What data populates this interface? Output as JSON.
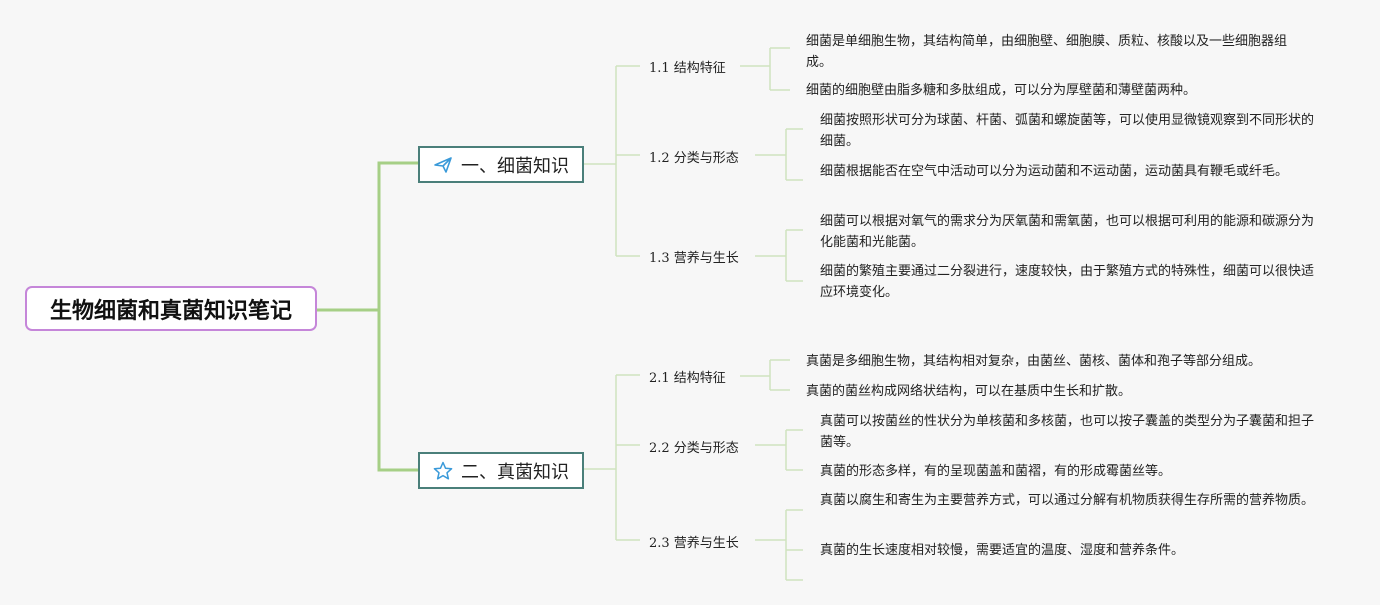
{
  "root": {
    "title": "生物细菌和真菌知识笔记"
  },
  "branches": [
    {
      "title": "一、细菌知识",
      "icon": "paper-plane-icon",
      "subtopics": [
        {
          "label": "1.1 结构特征",
          "notes": [
            "细菌是单细胞生物，其结构简单，由细胞壁、细胞膜、质粒、核酸以及一些细胞器组成。",
            "细菌的细胞壁由脂多糖和多肽组成，可以分为厚壁菌和薄壁菌两种。"
          ]
        },
        {
          "label": "1.2 分类与形态",
          "notes": [
            "细菌按照形状可分为球菌、杆菌、弧菌和螺旋菌等，可以使用显微镜观察到不同形状的细菌。",
            "细菌根据能否在空气中活动可以分为运动菌和不运动菌，运动菌具有鞭毛或纤毛。"
          ]
        },
        {
          "label": "1.3 营养与生长",
          "notes": [
            "细菌可以根据对氧气的需求分为厌氧菌和需氧菌，也可以根据可利用的能源和碳源分为化能菌和光能菌。",
            "细菌的繁殖主要通过二分裂进行，速度较快，由于繁殖方式的特殊性，细菌可以很快适应环境变化。"
          ]
        }
      ]
    },
    {
      "title": "二、真菌知识",
      "icon": "star-icon",
      "subtopics": [
        {
          "label": "2.1 结构特征",
          "notes": [
            "真菌是多细胞生物，其结构相对复杂，由菌丝、菌核、菌体和孢子等部分组成。",
            "真菌的菌丝构成网络状结构，可以在基质中生长和扩散。"
          ]
        },
        {
          "label": "2.2 分类与形态",
          "notes": [
            "真菌可以按菌丝的性状分为单核菌和多核菌，也可以按子囊盖的类型分为子囊菌和担子菌等。",
            "真菌的形态多样，有的呈现菌盖和菌褶，有的形成霉菌丝等。"
          ]
        },
        {
          "label": "2.3 营养与生长",
          "notes": [
            "真菌以腐生和寄生为主要营养方式，可以通过分解有机物质获得生存所需的营养物质。",
            "真菌的生长速度相对较慢，需要适宜的温度、湿度和营养条件。"
          ]
        }
      ]
    }
  ],
  "colors": {
    "root_border": "#c586d9",
    "branch_border": "#4a7f7a",
    "trunk_line": "#a6cf86",
    "thin_line": "#cfe3bf",
    "icon": "#3a9ad9"
  }
}
